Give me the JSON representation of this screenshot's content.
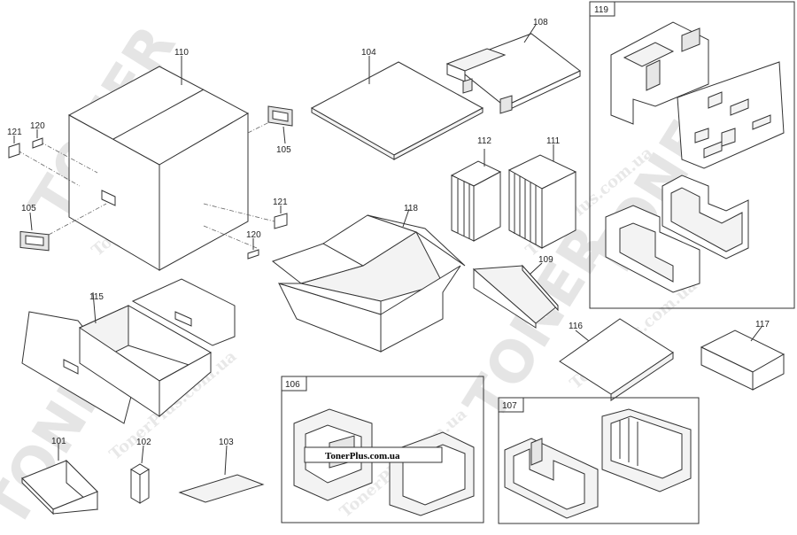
{
  "parts": {
    "p101": "101",
    "p102": "102",
    "p103": "103",
    "p104": "104",
    "p105a": "105",
    "p105b": "105",
    "p106": "106",
    "p107": "107",
    "p108": "108",
    "p109": "109",
    "p110": "110",
    "p111": "111",
    "p112": "112",
    "p115": "115",
    "p116": "116",
    "p117": "117",
    "p118": "118",
    "p119": "119",
    "p120a": "120",
    "p120b": "120",
    "p121a": "121",
    "p121b": "121"
  },
  "watermark": {
    "brand": "TONER",
    "site": "TonerPlus.com.ua",
    "site_caption": "TonerPlus.com.ua"
  }
}
